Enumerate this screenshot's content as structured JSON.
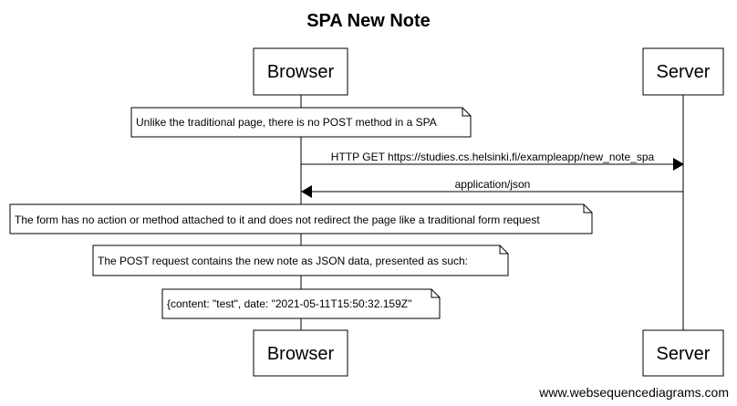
{
  "diagram": {
    "title": "SPA New Note",
    "participants": {
      "browser": "Browser",
      "server": "Server"
    },
    "notes": [
      "Unlike the traditional page, there is no POST method in a SPA",
      "The form has no action or method attached to it and does not redirect the page like a traditional form request",
      "The POST request contains the new note as JSON data, presented as such:",
      "{content: \"test\", date: \"2021-05-11T15:50:32.159Z\""
    ],
    "messages": [
      {
        "label": "HTTP GET https://studies.cs.helsinki.fi/exampleapp/new_note_spa",
        "from": "Browser",
        "to": "Server"
      },
      {
        "label": "application/json",
        "from": "Server",
        "to": "Browser"
      }
    ],
    "watermark": "www.websequencediagrams.com",
    "colors": {
      "line": "#000000",
      "background": "#ffffff"
    }
  }
}
